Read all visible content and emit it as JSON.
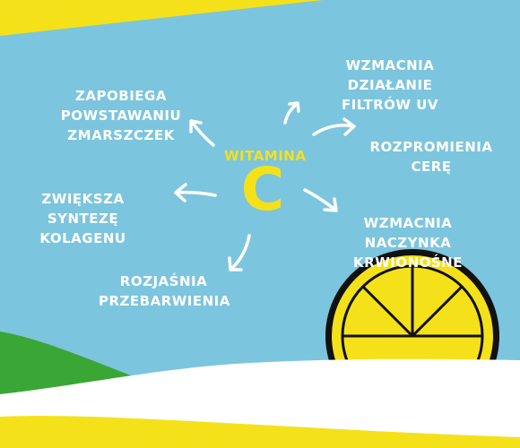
{
  "center": {
    "title": "WITAMINA",
    "letter": "C"
  },
  "benefits": {
    "uv": "WZMACNIA DZIAŁANIE\nFILTRÓW UV",
    "wrinkles": "ZAPOBIEGA POWSTAWANIU\nZMARSZCZEK",
    "glow": "ROZPROMIENIA CERĘ",
    "collagen": "ZWIĘKSZA SYNTEZĘ\nKOLAGENU",
    "vessels": "WZMACNIA NACZYNKA\nKRWIONOŚNE",
    "spots": "ROZJAŚNIA\nPRZEBARWIENIA"
  },
  "colors": {
    "sky": "#7cc5de",
    "yellow": "#f5e11a",
    "green": "#3aa635",
    "white": "#ffffff",
    "outline": "#111111"
  }
}
